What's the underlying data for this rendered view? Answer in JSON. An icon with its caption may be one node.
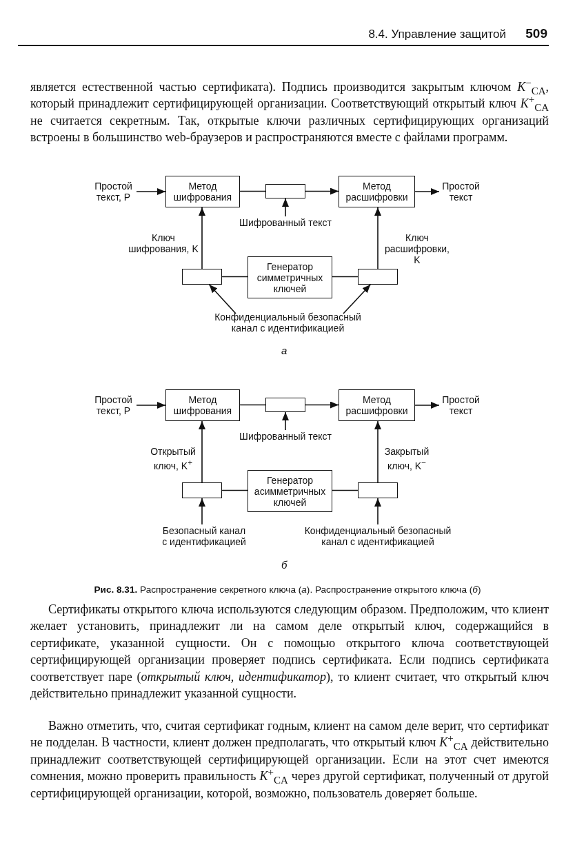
{
  "diagram": {
    "caption": "**Рис. 8.31.** Распространение секретного ключа (*а*). Распространение открытого ключа (*б*)",
    "nodes": [
      {
        "text": [
          "Простой текст, P"
        ]
      },
      {
        "text": [
          "Метод шифрования"
        ]
      },
      {
        "text": [],
        "shape": "box"
      },
      {
        "text": [
          "Метод расшифровки"
        ]
      },
      {
        "text": [
          "Простой текст"
        ]
      },
      {
        "text": [
          "Шифрованный текст"
        ]
      },
      {
        "text": [],
        "shape": "box"
      },
      {
        "text": [
          "Генератор симметричных ключей"
        ]
      },
      {
        "text": [],
        "shape": "box"
      },
      {
        "text": [
          "Конфиденциальный безопасный канал с идентификацией"
        ]
      },
      {
        "text": [
          "Простой текст, P"
        ]
      },
      {
        "text": [
          "Метод шифрования"
        ]
      },
      {
        "text": [],
        "shape": "box"
      },
      {
        "text": [
          "Метод расшифровки"
        ]
      },
      {
        "text": [
          "Простой текст"
        ]
      },
      {
        "text": [
          "Шифрованный текст"
        ]
      },
      {
        "text": [],
        "shape": "box"
      },
      {
        "text": [
          "Генератор асимметричных ключей"
        ]
      },
      {
        "text": [],
        "shape": "box"
      },
      {
        "text": [
          "Безопасный канал с идентификацией"
        ]
      },
      {
        "text": [
          "Конфиденциальный безопасный канал с идентификацией"
        ]
      }
    ],
    "edges": [
      {
        "from": 0,
        "to": 1,
        "arrow": "to"
      },
      {
        "from": 1,
        "to": 2,
        "arrow": "none"
      },
      {
        "from": 2,
        "to": 3,
        "arrow": "to"
      },
      {
        "from": 3,
        "to": 4,
        "arrow": "to"
      },
      {
        "from": 5,
        "to": 2,
        "arrow": "to"
      },
      {
        "from": 6,
        "to": 1,
        "arrow": "to",
        "label": "Ключ шифрования, K"
      },
      {
        "from": 8,
        "to": 3,
        "arrow": "to",
        "label": "Ключ расшифровки, K"
      },
      {
        "from": 7,
        "to": 6,
        "arrow": "none"
      },
      {
        "from": 7,
        "to": 8,
        "arrow": "none"
      },
      {
        "from": 9,
        "to": 6,
        "arrow": "to"
      },
      {
        "from": 9,
        "to": 8,
        "arrow": "to"
      },
      {
        "from": 10,
        "to": 11,
        "arrow": "to"
      },
      {
        "from": 11,
        "to": 12,
        "arrow": "none"
      },
      {
        "from": 12,
        "to": 13,
        "arrow": "to"
      },
      {
        "from": 13,
        "to": 14,
        "arrow": "to"
      },
      {
        "from": 15,
        "to": 12,
        "arrow": "to"
      },
      {
        "from": 16,
        "to": 11,
        "arrow": "to",
        "label": "Открытый ключ, K$^{+}$"
      },
      {
        "from": 18,
        "to": 13,
        "arrow": "to",
        "label": "Закрытый ключ, K$^{−}$"
      },
      {
        "from": 17,
        "to": 16,
        "arrow": "none"
      },
      {
        "from": 17,
        "to": 18,
        "arrow": "none"
      },
      {
        "from": 19,
        "to": 16,
        "arrow": "to"
      },
      {
        "from": 20,
        "to": 18,
        "arrow": "to"
      }
    ],
    "labels": [
      "8.4. Управление защитой",
      "509",
      "является естественной частью сертификата). Подпись производится закрытым ключом *K*$^{−}$$_{CA}$, который принадлежит сертифицирующей организации. Соответствующий открытый ключ *K*$^{+}$$_{CA}$ не считается секретным. Так, открытые ключи различных сертифицирующих организаций встроены в большинство web-браузеров и распространяются вместе с файлами программ.",
      "а",
      "б",
      "Сертификаты открытого ключа используются следующим образом. Предположим, что клиент желает установить, принадлежит ли на самом деле открытый ключ, содержащийся в сертификате, указанной сущности. Он с помощью открытого ключа соответствующей сертифицирующей организации проверяет подпись сертификата. Если подпись сертификата соответствует паре (*открытый ключ, идентификатор*), то клиент считает, что открытый ключ действительно принадлежит указанной сущности.",
      "Важно отметить, что, считая сертификат годным, клиент на самом деле верит, что сертификат не подделан. В частности, клиент должен предполагать, что открытый ключ *K*$^{+}$$_{CA}$ действительно принадлежит соответствующей сертифицирующей организации. Если на этот счет имеются сомнения, можно проверить правильность *K*$^{+}$$_{CA}$ через другой сертификат, полученный от другой сертифицирующей организации, которой, возможно, пользователь доверяет больше."
    ]
  }
}
